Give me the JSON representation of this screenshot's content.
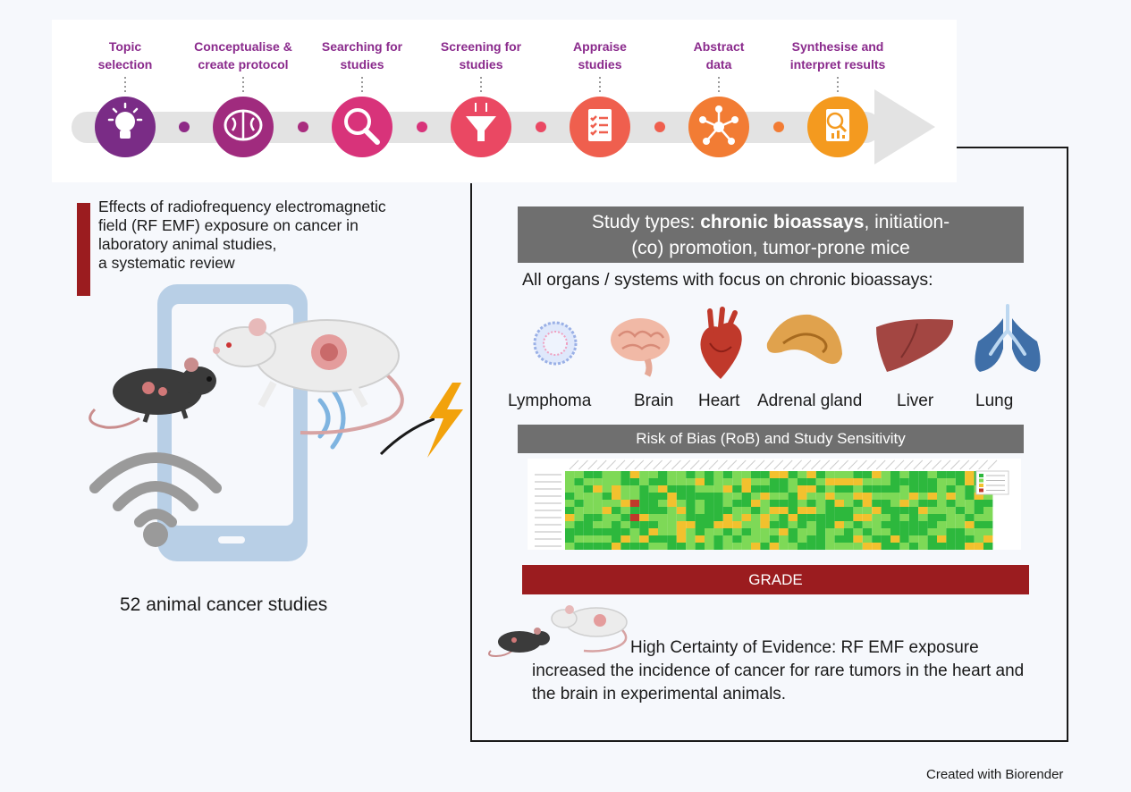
{
  "workflow": {
    "steps": [
      {
        "label": "Topic\nselection",
        "icon": "lightbulb-icon",
        "color": "#7a2c86"
      },
      {
        "label": "Conceptualise &\ncreate protocol",
        "icon": "brain-icon",
        "color": "#a02b7e"
      },
      {
        "label": "Searching for\nstudies",
        "icon": "magnifier-icon",
        "color": "#d8337a"
      },
      {
        "label": "Screening for\nstudies",
        "icon": "funnel-icon",
        "color": "#ea4863"
      },
      {
        "label": "Appraise\nstudies",
        "icon": "checklist-icon",
        "color": "#ef5f4e"
      },
      {
        "label": "Abstract\ndata",
        "icon": "network-icon",
        "color": "#f27c34"
      },
      {
        "label": "Synthesise and\ninterpret results",
        "icon": "report-icon",
        "color": "#f49a1f"
      }
    ],
    "label_color": "#8a2a8c"
  },
  "left": {
    "review_title": "Effects of radiofrequency electromagnetic\nfield (RF EMF) exposure on cancer in\nlaboratory animal studies,\na systematic review",
    "study_count": "52  animal cancer studies"
  },
  "right": {
    "study_types_prefix": "Study types: ",
    "study_types_bold": "chronic bioassays",
    "study_types_suffix": ", initiation-",
    "study_types_line2": "(co) promotion, tumor-prone mice",
    "organs_heading": "All organs / systems with focus on chronic bioassays:",
    "organs": [
      {
        "label": "Lymphoma",
        "icon": "lymphoma-cell-icon"
      },
      {
        "label": "Brain",
        "icon": "brain-organ-icon"
      },
      {
        "label": "Heart",
        "icon": "heart-organ-icon"
      },
      {
        "label": "Adrenal gland",
        "icon": "adrenal-gland-icon"
      },
      {
        "label": "Liver",
        "icon": "liver-icon"
      },
      {
        "label": "Lung",
        "icon": "lung-icon"
      }
    ],
    "rob_label": "Risk of Bias (RoB) and Study Sensitivity",
    "grade_label": "GRADE",
    "conclusion": "High Certainty of Evidence: RF EMF exposure increased the incidence of cancer for rare tumors in the heart and the brain in experimental animals."
  },
  "credit": "Created with Biorender",
  "colors": {
    "dark_red": "#9b1c1f",
    "gray_bar": "#6f6f6f",
    "heat_green_dark": "#2db83d",
    "heat_green_light": "#7ed957",
    "heat_yellow": "#f2c12e",
    "heat_red": "#c0392b"
  }
}
